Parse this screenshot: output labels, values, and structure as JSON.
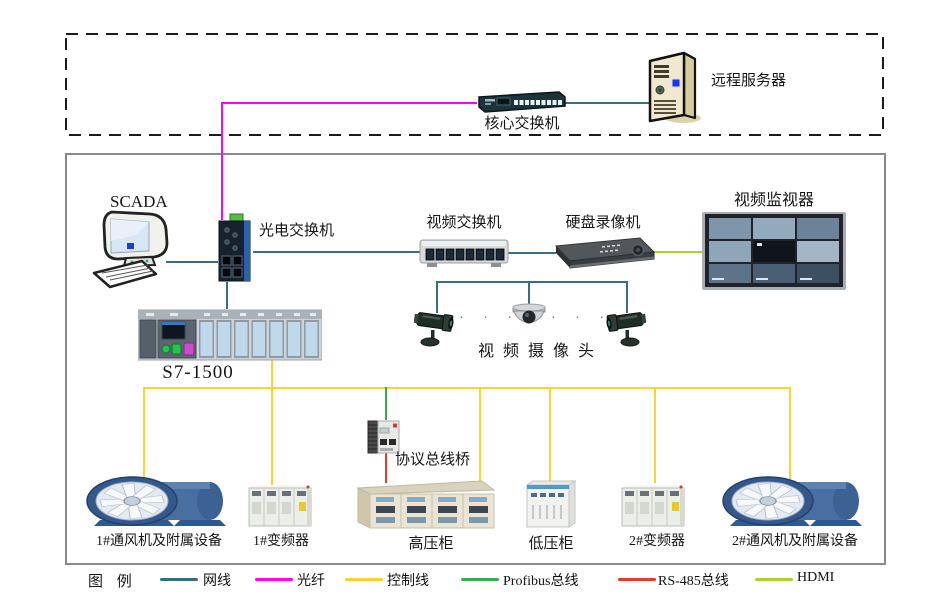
{
  "colors": {
    "network": "#376F80",
    "fiber": "#FF00FF",
    "control": "#FFD32F",
    "profibus": "#2EB050",
    "rs485": "#E8392E",
    "hdmi": "#ACD32A"
  },
  "top": {
    "core_switch": "核心交换机",
    "remote_server": "远程服务器"
  },
  "main": {
    "scada": "SCADA",
    "optical_switch": "光电交换机",
    "video_switch": "视频交换机",
    "dvr": "硬盘录像机",
    "monitor": "视频监视器",
    "plc": "S7-1500",
    "cameras": "视频摄像头",
    "dots_left": "· · ·",
    "dots_right": "· · ·",
    "bridge": "协议总线桥"
  },
  "bottom": [
    {
      "label": "1#通风机及附属设备"
    },
    {
      "label": "1#变频器"
    },
    {
      "label": "高压柜"
    },
    {
      "label": "低压柜"
    },
    {
      "label": "2#变频器"
    },
    {
      "label": "2#通风机及附属设备"
    }
  ],
  "legend": {
    "title": "图 例",
    "items": [
      {
        "label": "网线",
        "color": "#376F80"
      },
      {
        "label": "光纤",
        "color": "#FF00FF"
      },
      {
        "label": "控制线",
        "color": "#FFD32F"
      },
      {
        "label": "Profibus总线",
        "color": "#2EB050"
      },
      {
        "label": "RS-485总线",
        "color": "#E8392E"
      },
      {
        "label": "HDMI",
        "color": "#ACD32A"
      }
    ]
  }
}
